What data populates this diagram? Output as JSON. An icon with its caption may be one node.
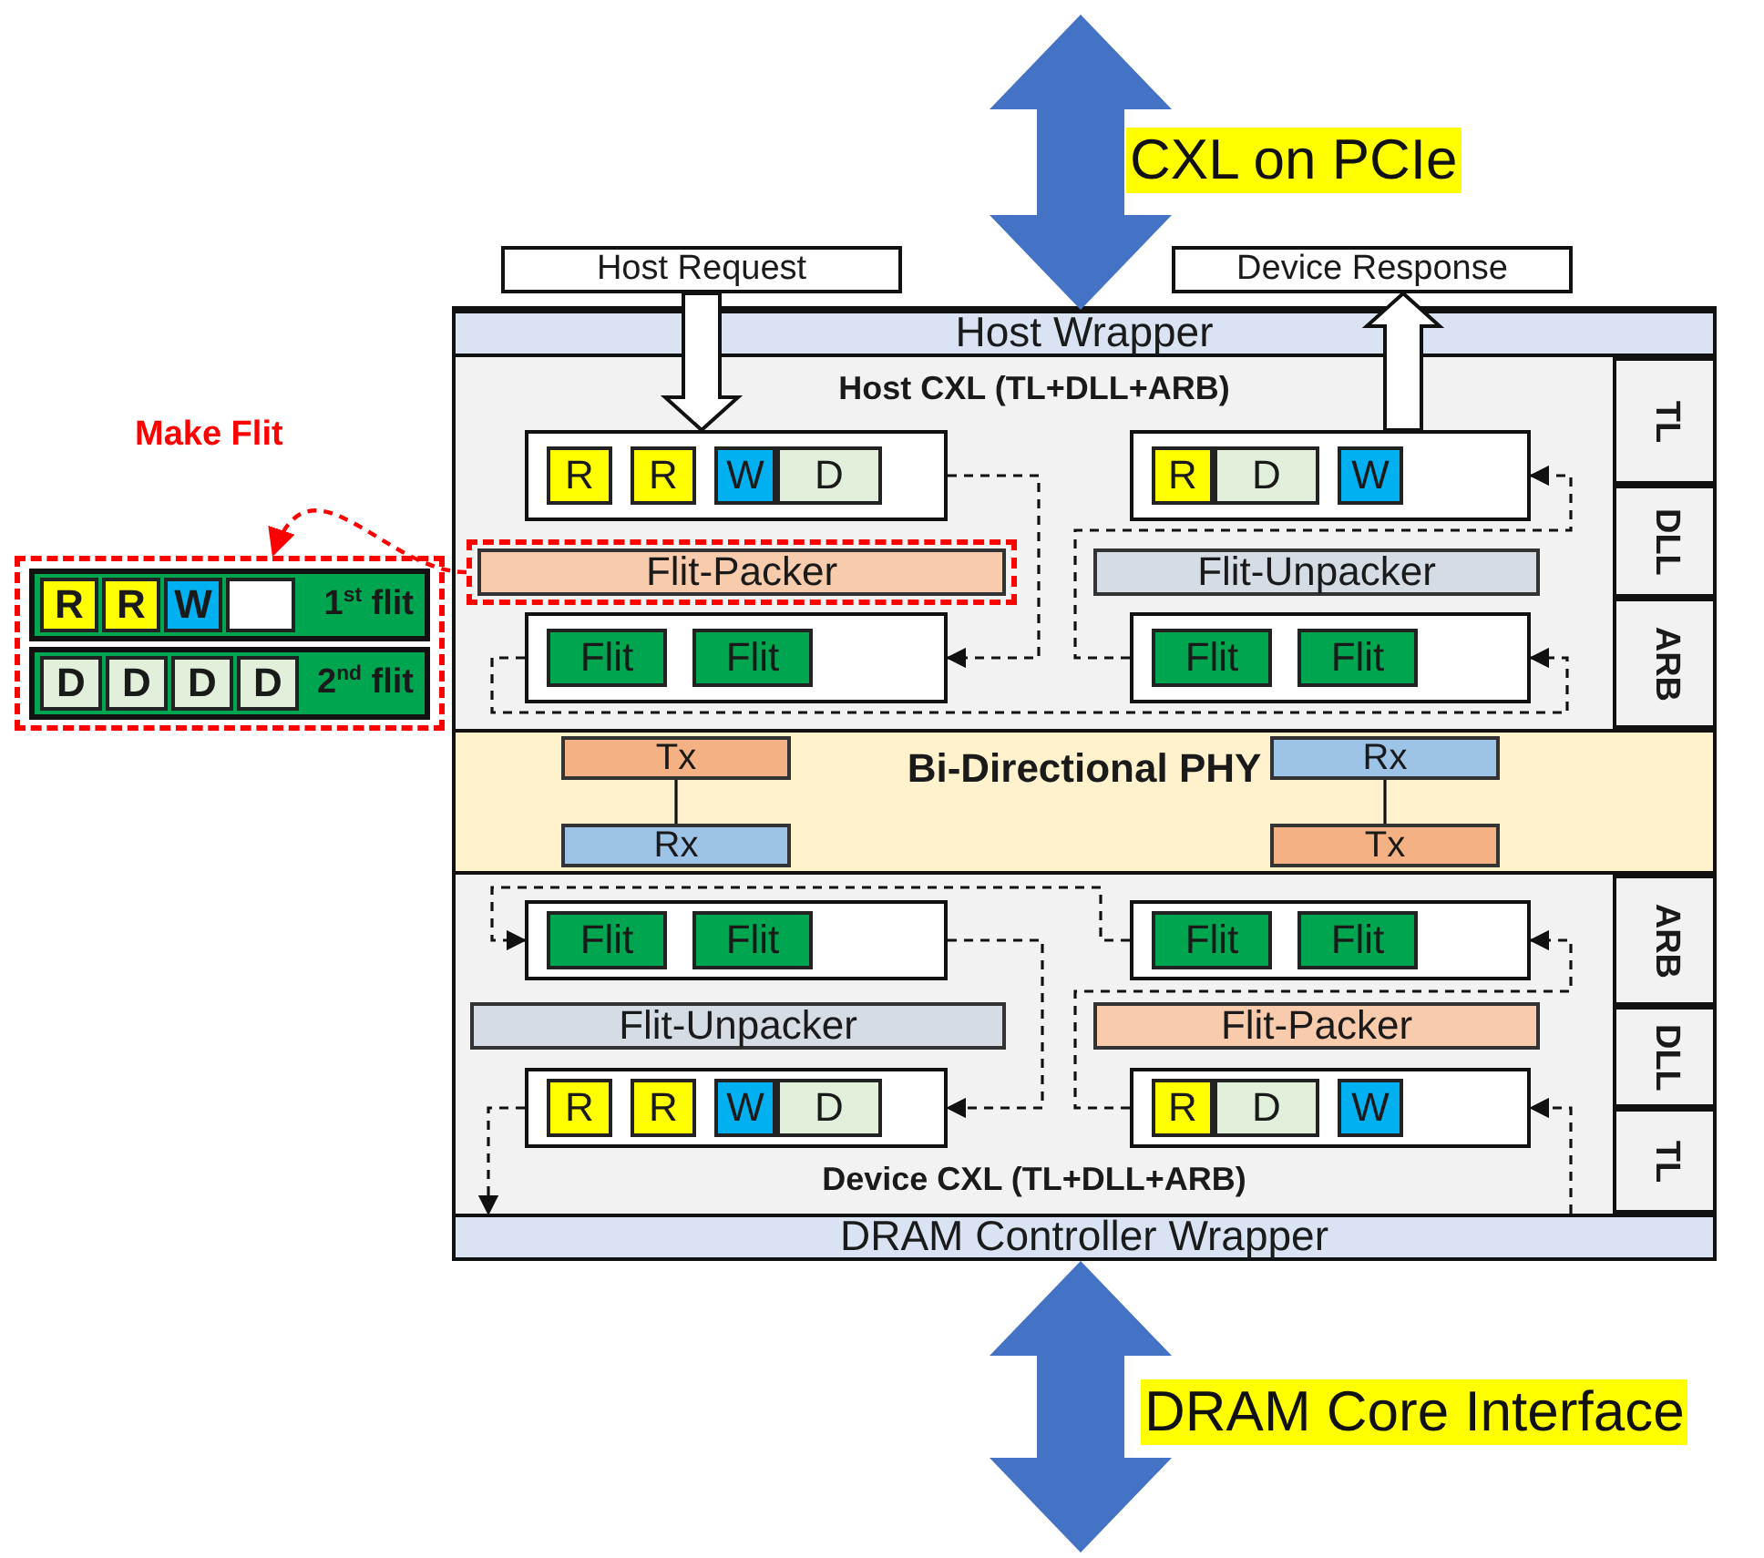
{
  "diagram": {
    "nodes": [
      {
        "text": [
          "Host Request"
        ]
      },
      {
        "text": [
          "Device Response"
        ]
      },
      {
        "text": [
          "Host Wrapper"
        ]
      },
      {
        "text": [
          "Host CXL (TL+DLL+ARB)"
        ]
      },
      {
        "text": [],
        "shape": "box",
        "in": 3
      },
      {
        "text": [
          "R"
        ],
        "in": 4
      },
      {
        "text": [
          "R"
        ],
        "in": 4
      },
      {
        "text": [
          "W"
        ],
        "in": 4
      },
      {
        "text": [
          "D"
        ],
        "in": 4
      },
      {
        "text": [],
        "shape": "box",
        "in": 3
      },
      {
        "text": [
          "R"
        ],
        "in": 9
      },
      {
        "text": [
          "D"
        ],
        "in": 9
      },
      {
        "text": [
          "W"
        ],
        "in": 9
      },
      {
        "text": [],
        "shape": "box",
        "in": 3
      },
      {
        "text": [
          "Flit-Packer"
        ],
        "in": 13
      },
      {
        "text": [
          "Flit-Unpacker"
        ],
        "in": 3
      },
      {
        "text": [],
        "shape": "box",
        "in": 3
      },
      {
        "text": [
          "Flit"
        ],
        "in": 16
      },
      {
        "text": [
          "Flit"
        ],
        "in": 16
      },
      {
        "text": [],
        "shape": "box",
        "in": 3
      },
      {
        "text": [
          "Flit"
        ],
        "in": 19
      },
      {
        "text": [
          "Flit"
        ],
        "in": 19
      },
      {
        "text": [
          "Bi-Directional PHY"
        ]
      },
      {
        "text": [
          "Tx"
        ],
        "in": 22
      },
      {
        "text": [
          "Rx"
        ],
        "in": 22
      },
      {
        "text": [
          "Rx"
        ],
        "in": 22
      },
      {
        "text": [
          "Tx"
        ],
        "in": 22
      },
      {
        "text": [
          "Device CXL (TL+DLL+ARB)"
        ]
      },
      {
        "text": [],
        "shape": "box",
        "in": 27
      },
      {
        "text": [
          "Flit"
        ],
        "in": 28
      },
      {
        "text": [
          "Flit"
        ],
        "in": 28
      },
      {
        "text": [],
        "shape": "box",
        "in": 27
      },
      {
        "text": [
          "Flit"
        ],
        "in": 31
      },
      {
        "text": [
          "Flit"
        ],
        "in": 31
      },
      {
        "text": [
          "Flit-Unpacker"
        ],
        "in": 27
      },
      {
        "text": [
          "Flit-Packer"
        ],
        "in": 27
      },
      {
        "text": [],
        "shape": "box",
        "in": 27
      },
      {
        "text": [
          "R"
        ],
        "in": 36
      },
      {
        "text": [
          "R"
        ],
        "in": 36
      },
      {
        "text": [
          "W"
        ],
        "in": 36
      },
      {
        "text": [
          "D"
        ],
        "in": 36
      },
      {
        "text": [],
        "shape": "box",
        "in": 27
      },
      {
        "text": [
          "R"
        ],
        "in": 41
      },
      {
        "text": [
          "D"
        ],
        "in": 41
      },
      {
        "text": [
          "W"
        ],
        "in": 41
      },
      {
        "text": [
          "DRAM Controller Wrapper"
        ]
      },
      {
        "text": [
          "TL"
        ]
      },
      {
        "text": [
          "DLL"
        ]
      },
      {
        "text": [
          "ARB"
        ]
      },
      {
        "text": [
          "ARB"
        ]
      },
      {
        "text": [
          "DLL"
        ]
      },
      {
        "text": [
          "TL"
        ]
      },
      {
        "text": [],
        "shape": "box"
      },
      {
        "text": [
          "1$^{st}$ flit"
        ],
        "in": 52
      },
      {
        "text": [
          "R"
        ],
        "in": 53
      },
      {
        "text": [
          "R"
        ],
        "in": 53
      },
      {
        "text": [
          "W"
        ],
        "in": 53
      },
      {
        "text": [],
        "shape": "box",
        "in": 53
      },
      {
        "text": [
          "2$^{nd}$ flit"
        ],
        "in": 52
      },
      {
        "text": [
          "D"
        ],
        "in": 58
      },
      {
        "text": [
          "D"
        ],
        "in": 58
      },
      {
        "text": [
          "D"
        ],
        "in": 58
      },
      {
        "text": [
          "D"
        ],
        "in": 58
      }
    ],
    "edges": [
      {
        "from": null,
        "to": 2,
        "arrow": "both",
        "label": "CXL on PCIe",
        "style": "thick",
        "color": "#4472c4"
      },
      {
        "from": 0,
        "to": 4,
        "arrow": "to",
        "style": "thick"
      },
      {
        "from": 9,
        "to": 1,
        "arrow": "to",
        "style": "thick"
      },
      {
        "from": 4,
        "to": 16,
        "arrow": "to",
        "style": "dashed"
      },
      {
        "from": 16,
        "to": 19,
        "arrow": "to",
        "style": "dashed"
      },
      {
        "from": 19,
        "to": 9,
        "arrow": "to",
        "style": "dashed"
      },
      {
        "from": 23,
        "to": 25,
        "arrow": "none"
      },
      {
        "from": 24,
        "to": 26,
        "arrow": "none"
      },
      {
        "from": 31,
        "to": 28,
        "arrow": "to",
        "style": "dashed"
      },
      {
        "from": 28,
        "to": 36,
        "arrow": "to",
        "style": "dashed"
      },
      {
        "from": 36,
        "to": 45,
        "arrow": "to",
        "style": "dashed"
      },
      {
        "from": 45,
        "to": 41,
        "arrow": "to",
        "style": "dashed"
      },
      {
        "from": 41,
        "to": 31,
        "arrow": "to",
        "style": "dashed"
      },
      {
        "from": 13,
        "to": 52,
        "arrow": "to",
        "label": "Make Flit",
        "style": "dashed",
        "color": "#ff0000"
      },
      {
        "from": 45,
        "to": null,
        "arrow": "both",
        "label": "DRAM Core Interface",
        "style": "thick",
        "color": "#4472c4"
      }
    ]
  }
}
